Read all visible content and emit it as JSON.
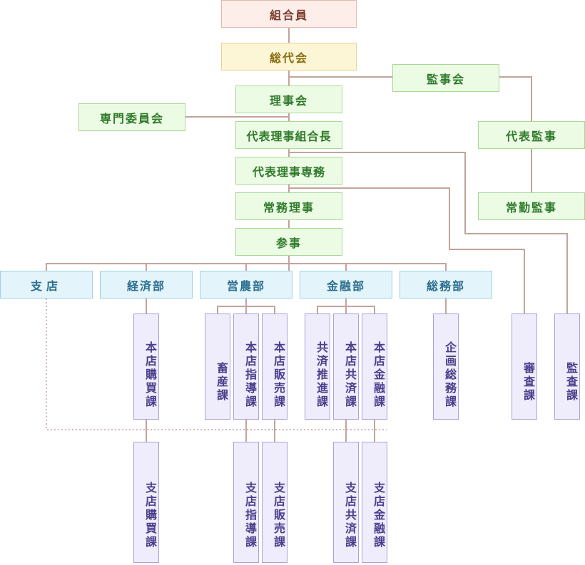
{
  "colors": {
    "line": "#c2a49c",
    "dotted": "#c2a49c"
  },
  "org": {
    "members": "組合員",
    "general_assembly": "総代会",
    "audit_board": "監事会",
    "board_of_directors": "理事会",
    "expert_committee": "専門委員会",
    "president": "代表理事組合長",
    "rep_auditor": "代表監事",
    "rep_executive": "代表理事専務",
    "executive_director": "常務理事",
    "fulltime_auditor": "常勤監事",
    "counselor": "参事"
  },
  "departments": {
    "branch": "支店",
    "economy": "経済部",
    "agriculture": "営農部",
    "finance": "金融部",
    "general_affairs": "総務部"
  },
  "sections": {
    "hq_purchasing": "本店購買課",
    "livestock": "畜産課",
    "hq_guidance": "本店指導課",
    "hq_sales": "本店販売課",
    "mutual_promotion": "共済推進課",
    "hq_mutual": "本店共済課",
    "hq_finance": "本店金融課",
    "planning_affairs": "企画総務課",
    "examination": "審査課",
    "inspection": "監査課"
  },
  "branch_sections": {
    "purchasing": "支店購買課",
    "guidance": "支店指導課",
    "sales": "支店販売課",
    "mutual": "支店共済課",
    "finance": "支店金融課"
  }
}
